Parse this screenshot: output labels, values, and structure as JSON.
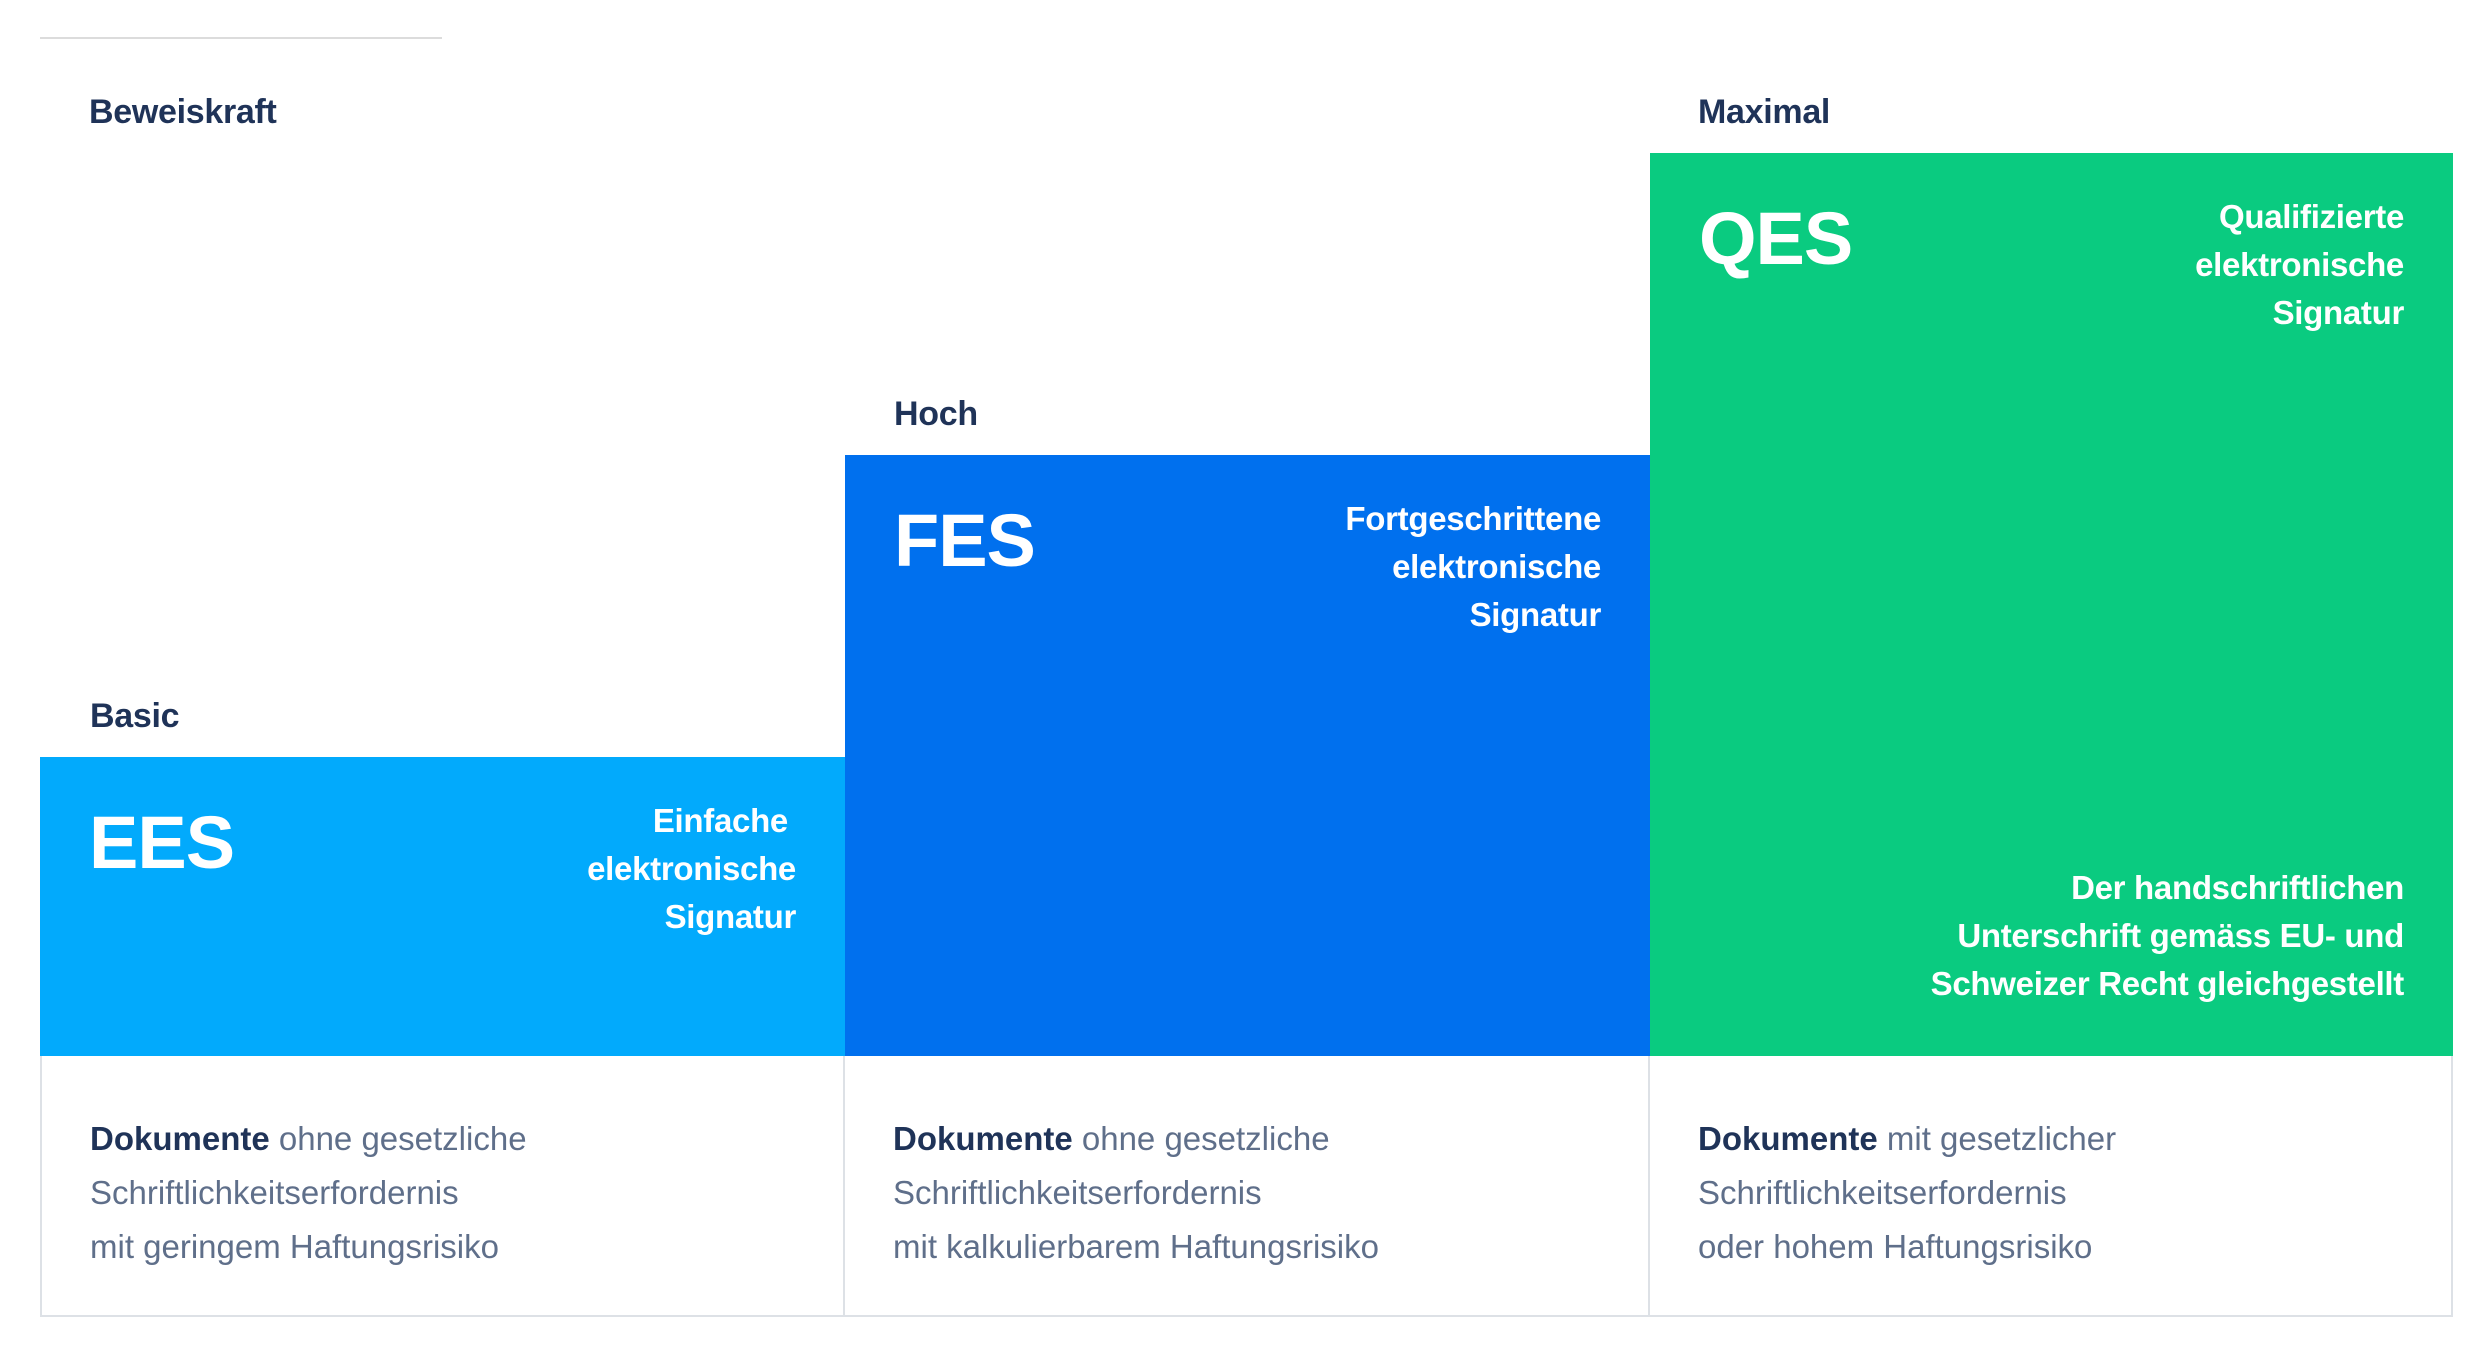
{
  "header": {
    "axis_label": "Beweiskraft"
  },
  "colors": {
    "ees": "#02AAFC",
    "fes": "#0070EE",
    "qes": "#0ACB80",
    "label_text": "#1F3358",
    "body_text": "#5F6F8A",
    "border": "#DDE1E6"
  },
  "levels": [
    {
      "level": "Basic",
      "abbr": "EES",
      "desc_lines": [
        "Einfache",
        "elektronische",
        "Signatur"
      ],
      "note_lines": [],
      "card": {
        "bold": "Dokumente",
        "line1_rest": " ohne gesetzliche",
        "line2": "Schriftlichkeitserfordernis",
        "line3": "mit geringem Haftungsrisiko"
      }
    },
    {
      "level": "Hoch",
      "abbr": "FES",
      "desc_lines": [
        "Fortgeschrittene",
        "elektronische",
        "Signatur"
      ],
      "note_lines": [],
      "card": {
        "bold": "Dokumente",
        "line1_rest": " ohne gesetzliche",
        "line2": "Schriftlichkeitserfordernis",
        "line3": "mit kalkulierbarem Haftungsrisiko"
      }
    },
    {
      "level": "Maximal",
      "abbr": "QES",
      "desc_lines": [
        "Qualifizierte",
        "elektronische",
        "Signatur"
      ],
      "note_lines": [
        "Der handschriftlichen",
        "Unterschrift gemäss EU- und",
        "Schweizer Recht gleichgestellt"
      ],
      "card": {
        "bold": "Dokumente",
        "line1_rest": " mit gesetzlicher",
        "line2": "Schriftlichkeitserfordernis",
        "line3": "oder hohem Haftungsrisiko"
      }
    }
  ]
}
